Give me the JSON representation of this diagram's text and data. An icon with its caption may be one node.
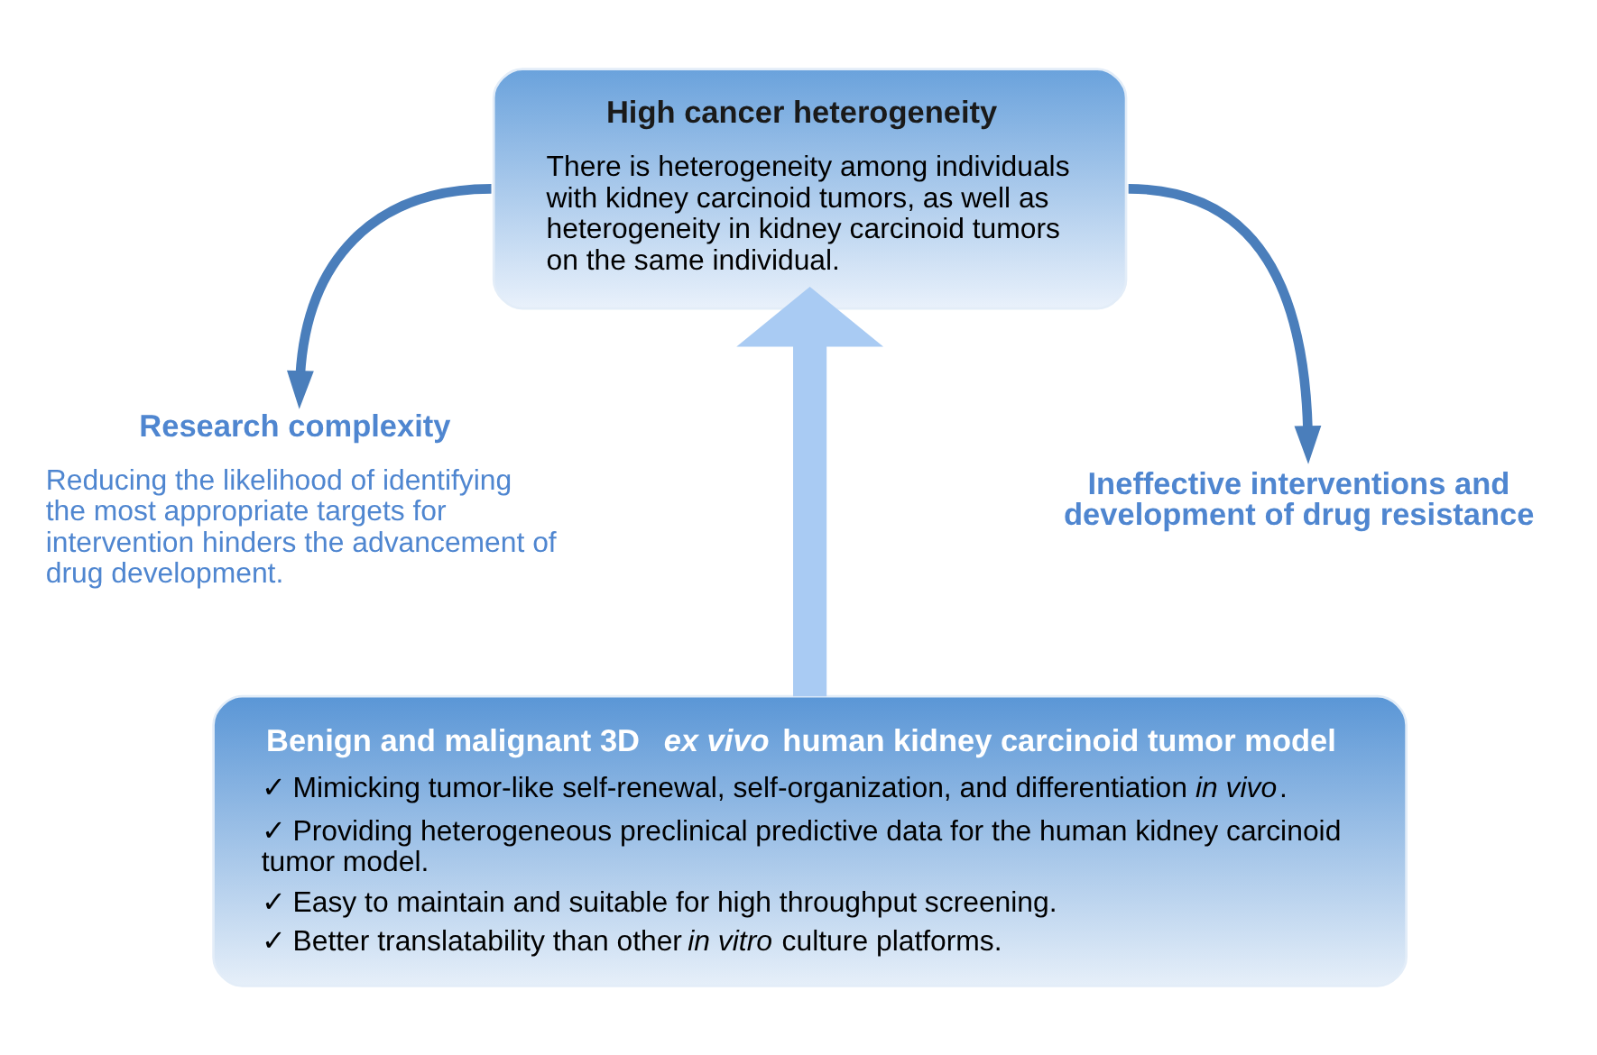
{
  "diagram": {
    "nodes": [
      {
        "text": [
          "High cancer heterogeneity",
          "There is heterogeneity among individuals with kidney carcinoid tumors, as well as heterogeneity in kidney carcinoid tumors on the same individual."
        ]
      },
      {
        "text": [
          "Research complexity",
          "Reducing the likelihood of identifying the most appropriate targets for intervention hinders the advancement of drug development."
        ]
      },
      {
        "text": [
          "Ineffective interventions and development of drug resistance"
        ]
      },
      {
        "text": [
          "Benign and malignant 3D *ex vivo* human kidney carcinoid tumor model",
          "✓ Mimicking tumor-like self-renewal, self-organization, and differentiation *in vivo*.",
          "✓ Providing heterogeneous preclinical predictive data for the human kidney carcinoid tumor model.",
          "✓ Easy to maintain and suitable for high throughput screening.",
          "✓ Better translatability than other *in vitro* culture platforms."
        ]
      }
    ],
    "edges": [
      {
        "from": 0,
        "to": 1,
        "arrow": "to"
      },
      {
        "from": 0,
        "to": 2,
        "arrow": "to"
      },
      {
        "from": 3,
        "to": 0,
        "arrow": "to",
        "style": "thick",
        "color": "#a9cbf3"
      }
    ]
  }
}
